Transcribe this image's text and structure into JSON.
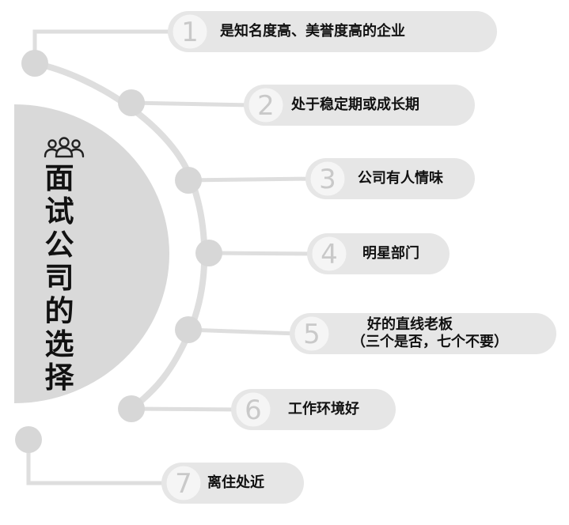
{
  "title": {
    "chars": [
      "面",
      "试",
      "公",
      "司",
      "的",
      "选",
      "择"
    ]
  },
  "icon": "people-group-icon",
  "colors": {
    "pill": "#e6e6e6",
    "dot": "#d7d7d7",
    "line": "#dedede",
    "half_circle": "#d9d9d9",
    "number_circle": "#f5f5f5",
    "number_text": "#c9c9c9",
    "text": "#111111"
  },
  "items": [
    {
      "number": "1",
      "lines": [
        "是知名度高、美誉度高的企业"
      ]
    },
    {
      "number": "2",
      "lines": [
        "处于稳定期或成长期"
      ]
    },
    {
      "number": "3",
      "lines": [
        "公司有人情味"
      ]
    },
    {
      "number": "4",
      "lines": [
        "明星部门"
      ]
    },
    {
      "number": "5",
      "lines": [
        "好的直线老板",
        "（三个是否，七个不要）"
      ]
    },
    {
      "number": "6",
      "lines": [
        "工作环境好"
      ]
    },
    {
      "number": "7",
      "lines": [
        "离住处近"
      ]
    }
  ]
}
